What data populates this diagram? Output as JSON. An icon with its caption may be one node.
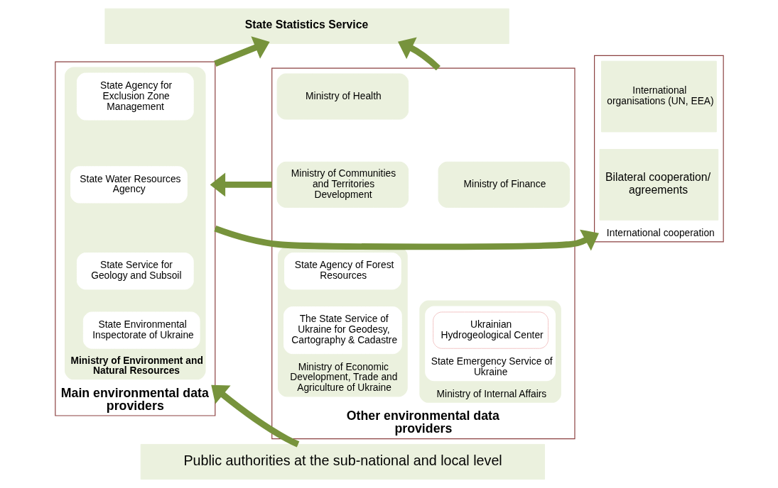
{
  "diagram": {
    "nodes": [
      {
        "text": [
          "State Statistics Service"
        ]
      },
      {
        "text": [
          "International cooperation"
        ]
      },
      {
        "text": [
          "International organisations (UN, EEA)"
        ],
        "in": 1
      },
      {
        "text": [
          "Bilateral cooperation/ agreements"
        ],
        "in": 1
      },
      {
        "text": [
          "Main environmental data providers"
        ]
      },
      {
        "text": [
          "Ministry of Environment and Natural Resources"
        ],
        "in": 4
      },
      {
        "text": [
          "State Agency for Exclusion Zone Management"
        ],
        "in": 5
      },
      {
        "text": [
          "State Water Resources Agency"
        ],
        "in": 5
      },
      {
        "text": [
          "State Service for Geology and Subsoil"
        ],
        "in": 5
      },
      {
        "text": [
          "State Environmental Inspectorate of Ukraine"
        ],
        "in": 5
      },
      {
        "text": [
          "Other environmental data providers"
        ]
      },
      {
        "text": [
          "Ministry of Finance"
        ],
        "in": 10
      },
      {
        "text": [
          "Ministry of Health"
        ],
        "in": 10
      },
      {
        "text": [
          "Ministry of Internal Affairs"
        ],
        "in": 10
      },
      {
        "text": [
          "State Emergency Service of Ukraine"
        ],
        "in": 13
      },
      {
        "text": [
          "Ukrainian Hydrogeological Center"
        ],
        "in": 14
      },
      {
        "text": [
          "Ministry of Communities and Territories Development"
        ],
        "in": 10
      },
      {
        "text": [
          "Ministry of Economic Development, Trade and Agriculture of Ukraine"
        ],
        "in": 10
      },
      {
        "text": [
          "State Agency of Forest Resources"
        ],
        "in": 17
      },
      {
        "text": [
          "The State Service of Ukraine for Geodesy, Cartography & Cadastre"
        ],
        "in": 17
      },
      {
        "text": [
          "Public authorities at the sub-national and local level"
        ]
      }
    ],
    "edges": [
      {
        "from": 4,
        "to": 0,
        "arrow": "to"
      },
      {
        "from": 10,
        "to": 0,
        "arrow": "to"
      },
      {
        "from": 4,
        "to": 1,
        "arrow": "to"
      },
      {
        "from": 10,
        "to": 4,
        "arrow": "to"
      },
      {
        "from": 20,
        "to": 4,
        "arrow": "to"
      }
    ]
  }
}
